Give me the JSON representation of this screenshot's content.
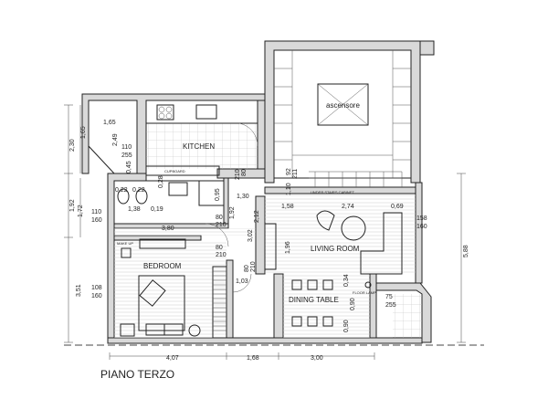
{
  "title": "PIANO TERZO",
  "rooms": {
    "kitchen": "KITCHEN",
    "living": "LIVING ROOM",
    "bedroom": "BEDROOM",
    "dining": "DINING TABLE",
    "elevator": "ascensore"
  },
  "labels": {
    "cupboard": "CUPBOARD",
    "under_stairs": "UNDER STAIRS CABINET",
    "make_up": "MAKE UP",
    "floor_lamp": "FLOOR LAMP"
  },
  "dimensions": {
    "bottom": [
      "4,07",
      "1,68",
      "3,00"
    ],
    "left": [
      "2,30",
      "1,65",
      "1,92",
      "1,72",
      "3,51"
    ],
    "right": "5,88",
    "inner": {
      "w165": "1,65",
      "k249": "2,49",
      "k110": "110",
      "k255": "255",
      "k045": "0,45",
      "b122a": "0,22",
      "b122b": "0,22",
      "b138": "1,38",
      "b019": "0,19",
      "b028": "0,28",
      "b095": "0,95",
      "b192": "1,92",
      "hall380": "3,80",
      "w110": "110",
      "w160": "160",
      "d80a": "80",
      "d210a": "210",
      "d80b": "80",
      "d210b": "210",
      "d80c": "80",
      "d210c": "210",
      "d80d": "80",
      "d210d": "210",
      "d92": "92",
      "d211": "211",
      "c130": "1,30",
      "c212": "2,12",
      "c302": "3,02",
      "c103": "1,03",
      "c110": "1,10",
      "l158": "1,58",
      "l274": "2,74",
      "l069": "0,69",
      "l196": "1,96",
      "lw158": "158",
      "lw160": "160",
      "t034": "0,34",
      "t090a": "0,90",
      "t090b": "0,90",
      "bw108": "108",
      "bw160": "160",
      "bal75": "75",
      "bal255": "255"
    }
  }
}
